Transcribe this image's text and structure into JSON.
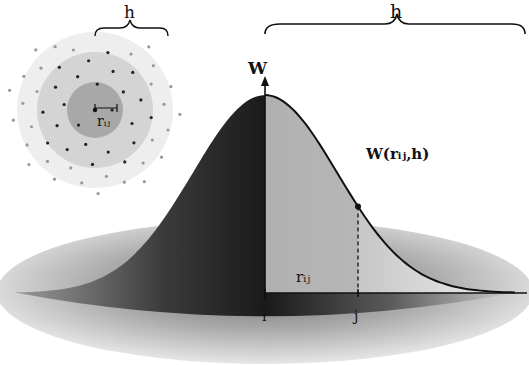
{
  "diagram": {
    "labels": [
      "h",
      "h",
      "rᵢⱼ",
      "W",
      "W(rᵢⱼ,h)",
      "rᵢⱼ",
      "i",
      "j"
    ]
  }
}
